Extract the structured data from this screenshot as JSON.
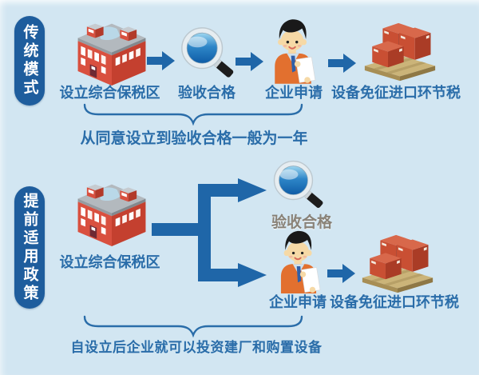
{
  "colors": {
    "background": "#d2e6f2",
    "badge_blue": "#1e5d9d",
    "arrow_blue": "#1f66a8",
    "text_blue": "#2a6da9",
    "building_red": "#d9503f",
    "crate_red": "#c94f33",
    "pallet_tan": "#cbb479",
    "muted_label_brown": "#6e5a44"
  },
  "sections": {
    "traditional": {
      "badge": "传统模式",
      "steps": [
        {
          "icon": "building-icon",
          "label": "设立综合保税区"
        },
        {
          "icon": "magnifier-icon",
          "label": "验收合格"
        },
        {
          "icon": "person-icon",
          "label": "企业申请"
        },
        {
          "icon": "crates-icon",
          "label": "设备免征进口环节税"
        }
      ],
      "note": "从同意设立到验收合格一般为一年"
    },
    "early": {
      "badge": "提前适用政策",
      "source": {
        "icon": "building-icon",
        "label": "设立综合保税区"
      },
      "branch_top": {
        "icon": "magnifier-icon",
        "label": "验收合格"
      },
      "branch_bottom": {
        "icon": "person-icon",
        "label": "企业申请"
      },
      "result": {
        "icon": "crates-icon",
        "label": "设备免征进口环节税"
      },
      "note": "自设立后企业就可以投资建厂和购置设备"
    }
  }
}
